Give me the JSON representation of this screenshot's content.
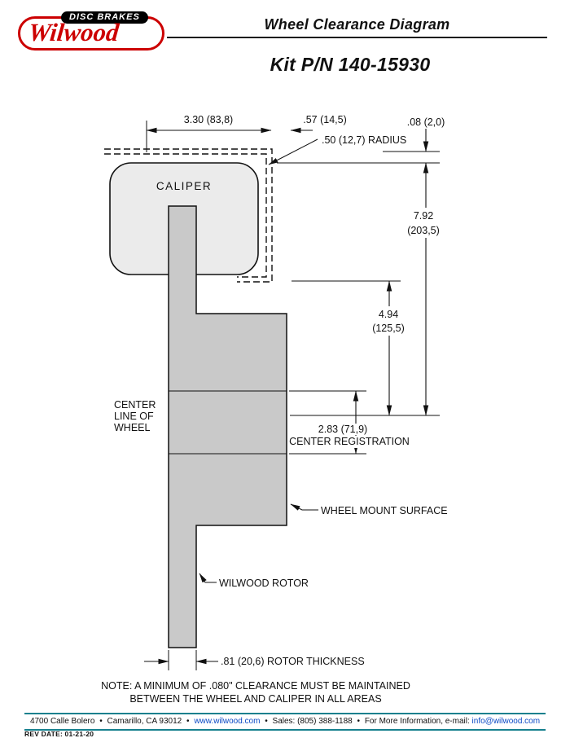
{
  "brand": {
    "tagline": "DISC BRAKES",
    "name": "Wilwood"
  },
  "header": {
    "title": "Wheel Clearance Diagram",
    "kit_title": "Kit P/N 140-15930"
  },
  "diagram": {
    "caliper_label": "CALIPER",
    "dims": {
      "d330": "3.30 (83,8)",
      "d57": ".57 (14,5)",
      "d08": ".08 (2,0)",
      "radius": ".50 (12,7) RADIUS",
      "d792_in": "7.92",
      "d792_mm": "(203,5)",
      "d494_in": "4.94",
      "d494_mm": "(125,5)",
      "d283": "2.83 (71,9)",
      "center_registration": "CENTER REGISTRATION",
      "rotor_thickness": ".81 (20,6) ROTOR THICKNESS"
    },
    "labels": {
      "center_line_1": "CENTER",
      "center_line_2": "LINE OF",
      "center_line_3": "WHEEL",
      "wheel_mount": "WHEEL MOUNT SURFACE",
      "rotor": "WILWOOD ROTOR"
    },
    "note_line1": "NOTE: A MINIMUM OF .080\" CLEARANCE MUST BE MAINTAINED",
    "note_line2": "BETWEEN THE WHEEL AND CALIPER IN ALL AREAS"
  },
  "footer": {
    "address": "4700 Calle Bolero",
    "city": "Camarillo, CA 93012",
    "website": "www.wilwood.com",
    "sales": "Sales: (805) 388-1188",
    "more_info": "For More Information, e-mail:",
    "email": "info@wilwood.com",
    "separator": "•",
    "rev_label": "REV DATE:",
    "rev_value": "01-21-20"
  },
  "colors": {
    "brand_red": "#cc0001",
    "footer_teal": "#16808e",
    "link_blue": "#0a48c4"
  }
}
